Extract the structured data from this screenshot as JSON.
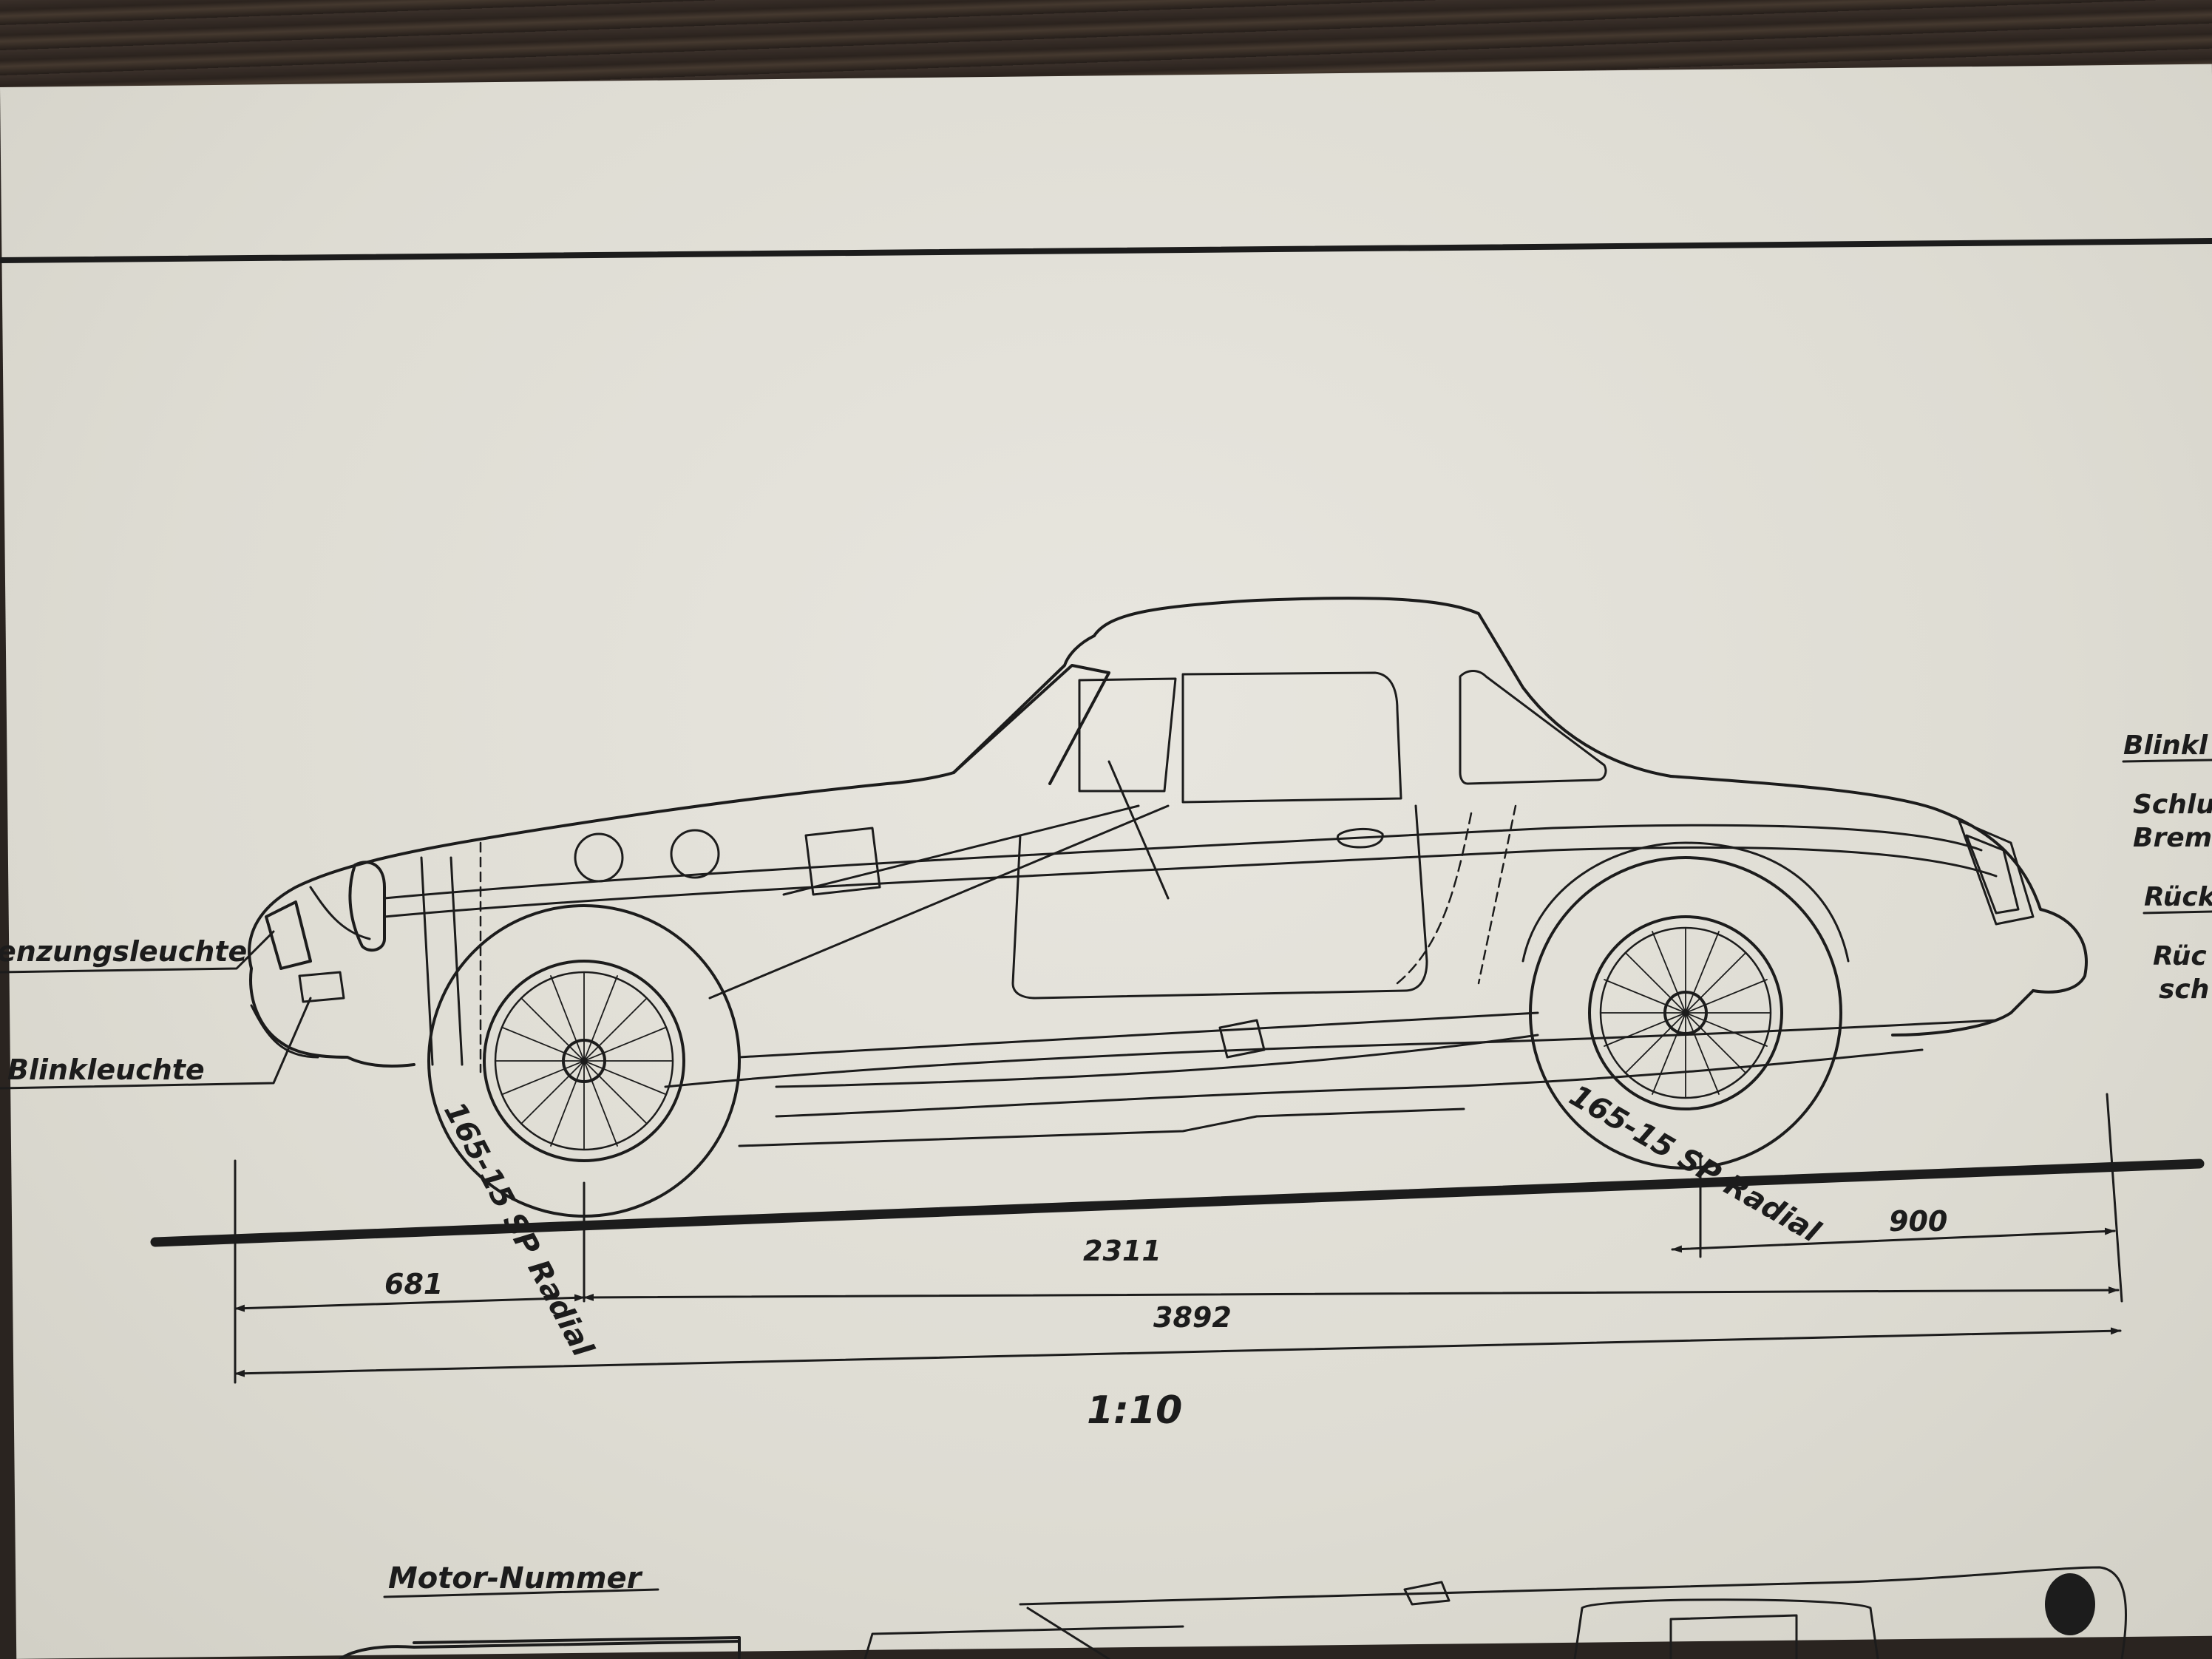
{
  "labels": {
    "begrenzungsleuchte": "enzungsleuchte",
    "blinkleuchte_front": "Blinkleuchte",
    "blinkleuchte_rear": "Blinkl",
    "schlussleuchte": "Schlu",
    "bremsleuchte": "Brems",
    "rueckfahr": "Rück",
    "rueckstrahler_a": "Rüc",
    "rueckstrahler_b": "sch",
    "motor_nummer": "Motor-Nummer"
  },
  "tire_text": "165-15 SP Radial",
  "dimensions": {
    "front_overhang": "681",
    "wheelbase": "2311",
    "rear_overhang": "900",
    "overall_length": "3892"
  },
  "scale": "1:10"
}
